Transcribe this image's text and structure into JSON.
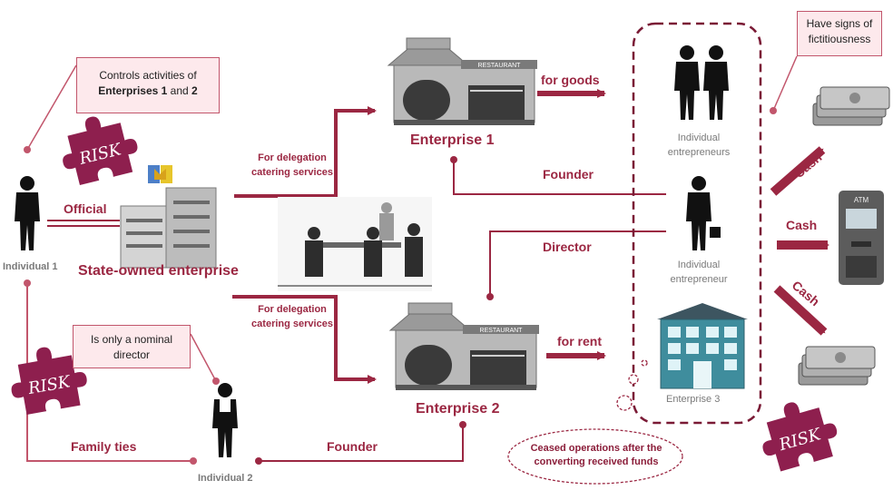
{
  "callouts": {
    "controls": {
      "prefix": "Controls activities of",
      "enterprises_label": "Enterprises",
      "num1": "1",
      "and": "and",
      "num2": "2"
    },
    "nominal_director": "Is only a nominal director",
    "fictitious": "Have signs of fictitiousness",
    "ceased": "Ceased operations after the converting received funds"
  },
  "nodes": {
    "individual1": "Individual 1",
    "individual2": "Individual 2",
    "state_enterprise": "State-owned enterprise",
    "enterprise1": "Enterprise 1",
    "enterprise2": "Enterprise 2",
    "enterprise3": "Enterprise 3",
    "individual_entrepreneurs": "Individual entrepreneurs",
    "individual_entrepreneur": "Individual entrepreneur",
    "restaurant_sign": "RESTAURANT",
    "atm_sign": "ATM"
  },
  "edges": {
    "official": "Official",
    "delegation1": "For delegation catering services",
    "delegation2": "For delegation catering services",
    "for_goods": "for goods",
    "founder1": "Founder",
    "director": "Director",
    "for_rent": "for rent",
    "family_ties": "Family ties",
    "founder2": "Founder",
    "cash1": "Cash",
    "cash2": "Cash",
    "cash3": "Cash"
  },
  "risk_label": "RISK",
  "colors": {
    "accent": "#9b2742",
    "callout_bg": "#fde9ec",
    "puzzle": "#8e1f4e"
  }
}
